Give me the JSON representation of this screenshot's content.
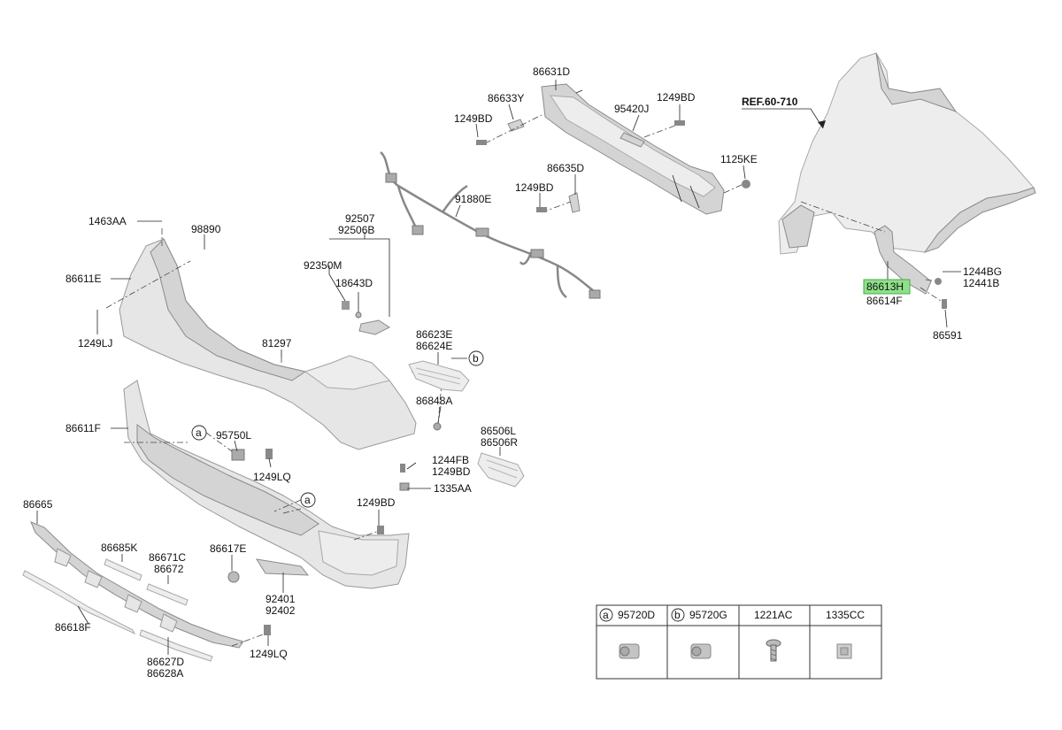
{
  "ref_label": "REF.60-710",
  "highlight_color": "#8ee08a",
  "callouts": [
    {
      "id": "86631D",
      "text": "86631D"
    },
    {
      "id": "86633Y",
      "text": "86633Y"
    },
    {
      "id": "1249BD-a",
      "text": "1249BD"
    },
    {
      "id": "95420J",
      "text": "95420J"
    },
    {
      "id": "1249BD-b",
      "text": "1249BD"
    },
    {
      "id": "86635D",
      "text": "86635D"
    },
    {
      "id": "1249BD-c",
      "text": "1249BD"
    },
    {
      "id": "1125KE",
      "text": "1125KE"
    },
    {
      "id": "91880E",
      "text": "91880E"
    },
    {
      "id": "92507",
      "text": "92507"
    },
    {
      "id": "92506B",
      "text": "92506B"
    },
    {
      "id": "92350M",
      "text": "92350M"
    },
    {
      "id": "18643D",
      "text": "18643D"
    },
    {
      "id": "1463AA",
      "text": "1463AA"
    },
    {
      "id": "98890",
      "text": "98890"
    },
    {
      "id": "86611E",
      "text": "86611E"
    },
    {
      "id": "1249LJ",
      "text": "1249LJ"
    },
    {
      "id": "81297",
      "text": "81297"
    },
    {
      "id": "86623E",
      "text": "86623E"
    },
    {
      "id": "86624E",
      "text": "86624E"
    },
    {
      "id": "86848A",
      "text": "86848A"
    },
    {
      "id": "86611F",
      "text": "86611F"
    },
    {
      "id": "95750L",
      "text": "95750L"
    },
    {
      "id": "1249LQ-a",
      "text": "1249LQ"
    },
    {
      "id": "86506L",
      "text": "86506L"
    },
    {
      "id": "86506R",
      "text": "86506R"
    },
    {
      "id": "1244FB",
      "text": "1244FB"
    },
    {
      "id": "1249BD-d",
      "text": "1249BD"
    },
    {
      "id": "1335AA",
      "text": "1335AA"
    },
    {
      "id": "1249BD-e",
      "text": "1249BD"
    },
    {
      "id": "86665",
      "text": "86665"
    },
    {
      "id": "86685K",
      "text": "86685K"
    },
    {
      "id": "86671C",
      "text": "86671C"
    },
    {
      "id": "86672",
      "text": "86672"
    },
    {
      "id": "86617E",
      "text": "86617E"
    },
    {
      "id": "92401",
      "text": "92401"
    },
    {
      "id": "92402",
      "text": "92402"
    },
    {
      "id": "86618F",
      "text": "86618F"
    },
    {
      "id": "1249LQ-b",
      "text": "1249LQ"
    },
    {
      "id": "86627D",
      "text": "86627D"
    },
    {
      "id": "86628A",
      "text": "86628A"
    },
    {
      "id": "1244BG",
      "text": "1244BG"
    },
    {
      "id": "12441B",
      "text": "12441B"
    },
    {
      "id": "86613H",
      "text": "86613H"
    },
    {
      "id": "86614F",
      "text": "86614F"
    },
    {
      "id": "86591",
      "text": "86591"
    }
  ],
  "markers": {
    "a": "a",
    "b": "b"
  },
  "legend_table": {
    "headers": [
      {
        "marker": "a",
        "code": "95720D",
        "icon": "parking-sensor-icon"
      },
      {
        "marker": "b",
        "code": "95720G",
        "icon": "parking-sensor-icon"
      },
      {
        "marker": "",
        "code": "1221AC",
        "icon": "screw-icon"
      },
      {
        "marker": "",
        "code": "1335CC",
        "icon": "clip-nut-icon"
      }
    ]
  }
}
